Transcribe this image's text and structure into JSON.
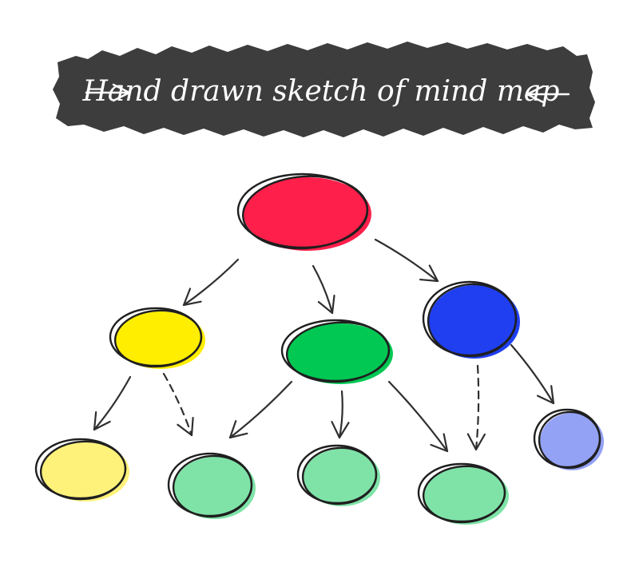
{
  "banner": {
    "title": "Hand drawn sketch of mind map",
    "color": "#3d3d3d"
  },
  "colors": {
    "red": "#ff1f4b",
    "yellow": "#ffee00",
    "green": "#00c853",
    "blue": "#1f3ff0",
    "light_yellow": "#fff27a",
    "light_green": "#7fe3a8",
    "light_blue": "#93a2f5",
    "ink": "#2f2f2f"
  },
  "nodes": [
    {
      "id": "root",
      "level": 0,
      "color": "red"
    },
    {
      "id": "child-yellow",
      "level": 1,
      "color": "yellow"
    },
    {
      "id": "child-green",
      "level": 1,
      "color": "green"
    },
    {
      "id": "child-blue",
      "level": 1,
      "color": "blue"
    },
    {
      "id": "leaf-yellow",
      "level": 2,
      "color": "light_yellow"
    },
    {
      "id": "leaf-green-1",
      "level": 2,
      "color": "light_green"
    },
    {
      "id": "leaf-green-2",
      "level": 2,
      "color": "light_green"
    },
    {
      "id": "leaf-green-3",
      "level": 2,
      "color": "light_green"
    },
    {
      "id": "leaf-blue",
      "level": 2,
      "color": "light_blue"
    }
  ],
  "edges": [
    {
      "from": "root",
      "to": "child-yellow",
      "style": "solid"
    },
    {
      "from": "root",
      "to": "child-green",
      "style": "solid"
    },
    {
      "from": "root",
      "to": "child-blue",
      "style": "solid"
    },
    {
      "from": "child-yellow",
      "to": "leaf-yellow",
      "style": "solid"
    },
    {
      "from": "child-yellow",
      "to": "leaf-green-1",
      "style": "dashed"
    },
    {
      "from": "child-green",
      "to": "leaf-green-1",
      "style": "solid"
    },
    {
      "from": "child-green",
      "to": "leaf-green-2",
      "style": "solid"
    },
    {
      "from": "child-green",
      "to": "leaf-green-3",
      "style": "solid"
    },
    {
      "from": "child-blue",
      "to": "leaf-green-3",
      "style": "dashed"
    },
    {
      "from": "child-blue",
      "to": "leaf-blue",
      "style": "solid"
    }
  ]
}
